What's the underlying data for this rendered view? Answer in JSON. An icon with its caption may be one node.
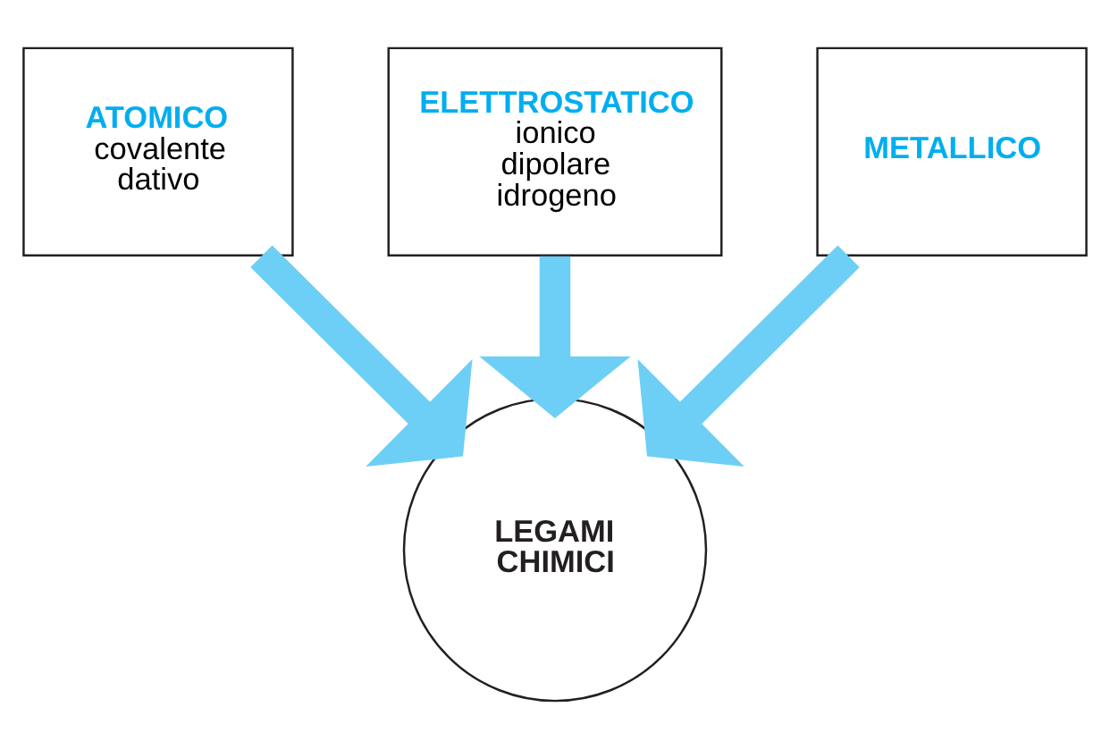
{
  "diagram": {
    "nodes": [
      {
        "text": [
          "ATOMICO",
          "covalente dativo"
        ]
      },
      {
        "text": [
          "ELETTROSTATICO",
          "ionico dipolare idrogeno"
        ]
      },
      {
        "text": [
          "METALLICO"
        ]
      },
      {
        "text": [
          "LEGAMI CHIMICI"
        ]
      }
    ],
    "edges": [
      {
        "from": 0,
        "to": 3,
        "arrow": "to"
      },
      {
        "from": 1,
        "to": 3,
        "arrow": "to"
      },
      {
        "from": 2,
        "to": 3,
        "arrow": "to"
      }
    ]
  }
}
